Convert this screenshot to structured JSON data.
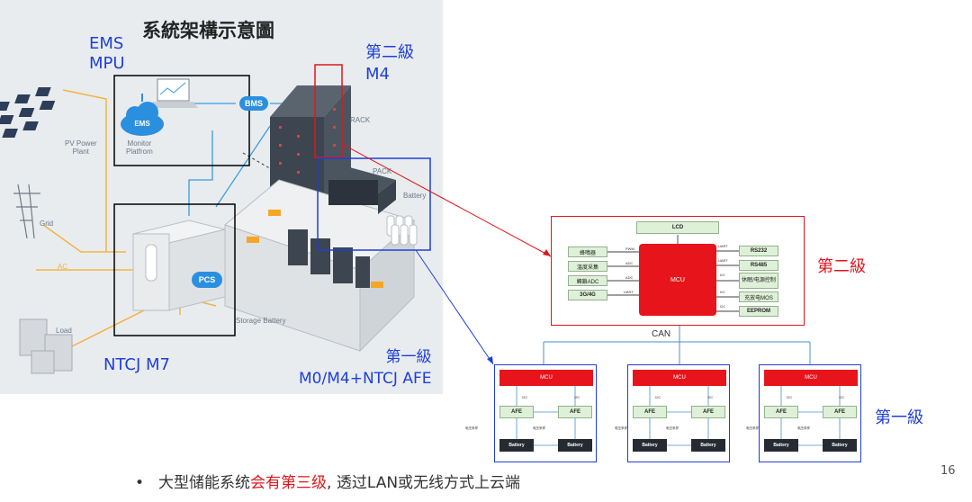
{
  "illustration": {
    "title": "系統架構示意圖",
    "ems_label": "EMS\nMPU",
    "m4_label": "第二級\nM4",
    "ntcj_label": "NTCJ M7",
    "tier1_label": "第一級\nM0/M4+NTCJ AFE",
    "pv_label": "PV Power\nPlant",
    "grid_label": "Grid",
    "ac_label": "AC",
    "load_label": "Load",
    "ems_badge": "EMS",
    "monitor_label": "Monitor\nPlatfrom",
    "bms_badge": "BMS",
    "rack_label": "RACK",
    "pack_label": "PACK",
    "battery_label": "Battery",
    "pcs_badge": "PCS",
    "storage_label": "Storage Battery"
  },
  "tier2": {
    "side_label": "第二級",
    "lcd": "LCD",
    "mcu": "MCU",
    "left_blocks": [
      "蜂鳴器",
      "溫度采集",
      "轉鎖ADC",
      "3G/4G"
    ],
    "left_signals": [
      "PWM",
      "ADC",
      "ADC",
      "UART"
    ],
    "right_blocks": [
      "RS232",
      "RS485",
      "休眠/电源控制",
      "充放电MOS",
      "EEPROM"
    ],
    "right_signals": [
      "UART",
      "UART",
      "I/O",
      "I/O",
      "I2C"
    ]
  },
  "bus_label": "CAN",
  "tier1": {
    "side_label": "第一級",
    "mcu": "MCU",
    "i2c": "I2C",
    "afe": "AFE",
    "battery": "Battery",
    "sense": "电压采样"
  },
  "bullet": {
    "prefix": "大型储能系统",
    "highlight": "会有第三级",
    "suffix": ", 透过LAN或无线方式上云端"
  },
  "page_number": "16",
  "colors": {
    "red": "#e8141b",
    "blue": "#1f3fd6",
    "green_box": "#dff0d8",
    "orange_line": "#f5b340",
    "dark": "#252a33"
  }
}
